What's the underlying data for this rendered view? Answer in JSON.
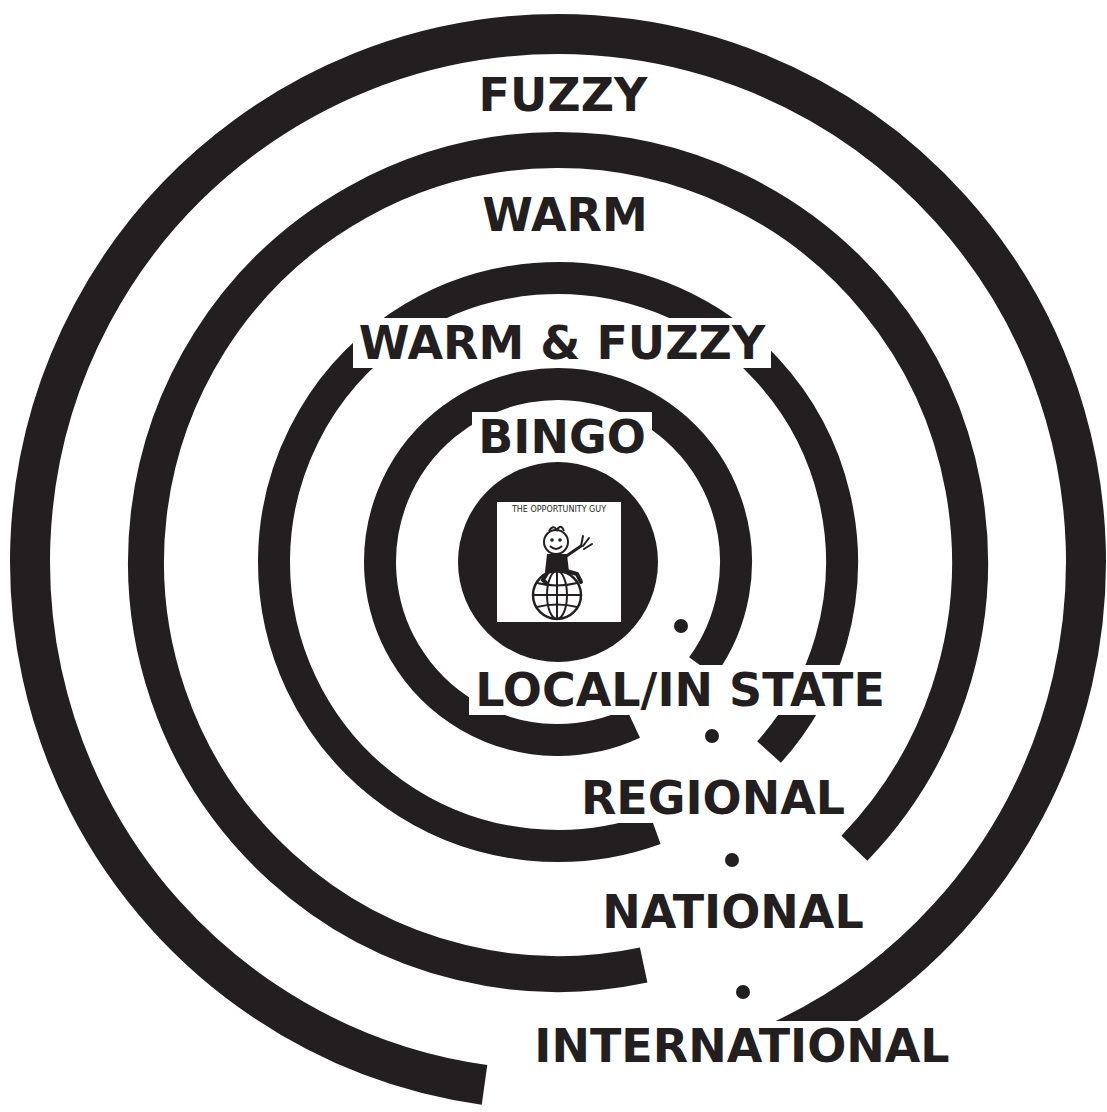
{
  "diagram": {
    "nodes": [
      {
        "text": [
          "FUZZY",
          "INTERNATIONAL"
        ]
      },
      {
        "text": [
          "WARM",
          "NATIONAL"
        ],
        "in": 0
      },
      {
        "text": [
          "WARM & FUZZY",
          "REGIONAL"
        ],
        "in": 1
      },
      {
        "text": [
          "BINGO",
          "LOCAL/IN STATE"
        ],
        "in": 2
      },
      {
        "text": [
          "THE OPPORTUNITY GUY"
        ],
        "in": 3
      }
    ]
  }
}
